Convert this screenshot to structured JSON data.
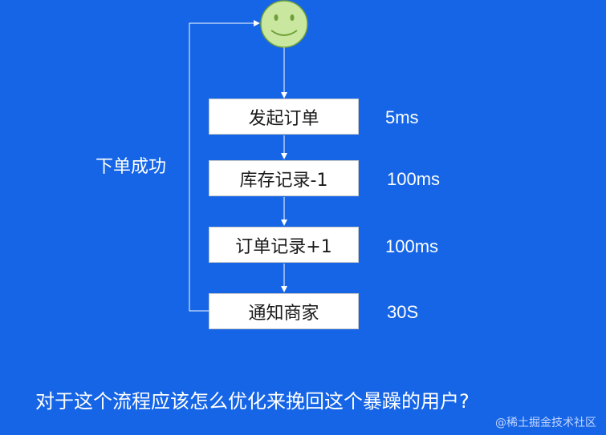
{
  "colors": {
    "background": "#1565e6",
    "box_fill": "#ffffff",
    "face_fill": "#c9e79f",
    "face_stroke": "#6f9f3a",
    "arrow": "#ffffff"
  },
  "start_node": {
    "icon": "smiley-face-icon"
  },
  "steps": [
    {
      "label": "发起订单",
      "time": "5ms"
    },
    {
      "label": "库存记录-1",
      "time": "100ms"
    },
    {
      "label": "订单记录+1",
      "time": "100ms"
    },
    {
      "label": "通知商家",
      "time": "30S"
    }
  ],
  "loop_label": "下单成功",
  "question": "对于这个流程应该怎么优化来挽回这个暴躁的用户?",
  "watermark": "@稀土掘金技术社区"
}
